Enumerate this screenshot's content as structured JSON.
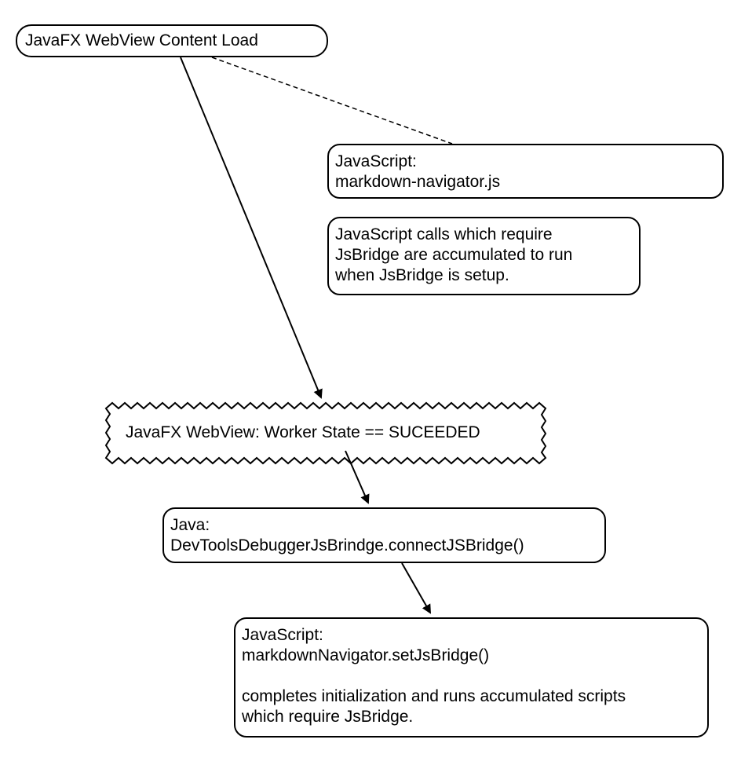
{
  "nodes": {
    "content_load": {
      "lines": [
        "JavaFX WebView Content Load"
      ]
    },
    "js_file": {
      "lines": [
        "JavaScript:",
        "markdown-navigator.js"
      ]
    },
    "js_note": {
      "lines": [
        "JavaScript calls which require",
        "JsBridge are accumulated to run",
        "when JsBridge is setup."
      ]
    },
    "worker_state": {
      "label": "JavaFX WebView: Worker State == SUCEEDED"
    },
    "java_connect": {
      "lines": [
        "Java:",
        "DevToolsDebuggerJsBrindge.connectJSBridge()"
      ]
    },
    "js_set_bridge": {
      "lines": [
        "JavaScript:",
        "markdownNavigator.setJsBridge()",
        "",
        "completes initialization and runs accumulated scripts",
        "which require JsBridge."
      ]
    }
  },
  "edges": [
    {
      "from": "content_load",
      "to": "js_file",
      "style": "dashed",
      "arrow": false
    },
    {
      "from": "content_load",
      "to": "worker_state",
      "style": "solid",
      "arrow": true
    },
    {
      "from": "worker_state",
      "to": "java_connect",
      "style": "solid",
      "arrow": true
    },
    {
      "from": "java_connect",
      "to": "js_set_bridge",
      "style": "solid",
      "arrow": true
    }
  ],
  "colors": {
    "stroke": "#000000",
    "fill": "#ffffff"
  }
}
